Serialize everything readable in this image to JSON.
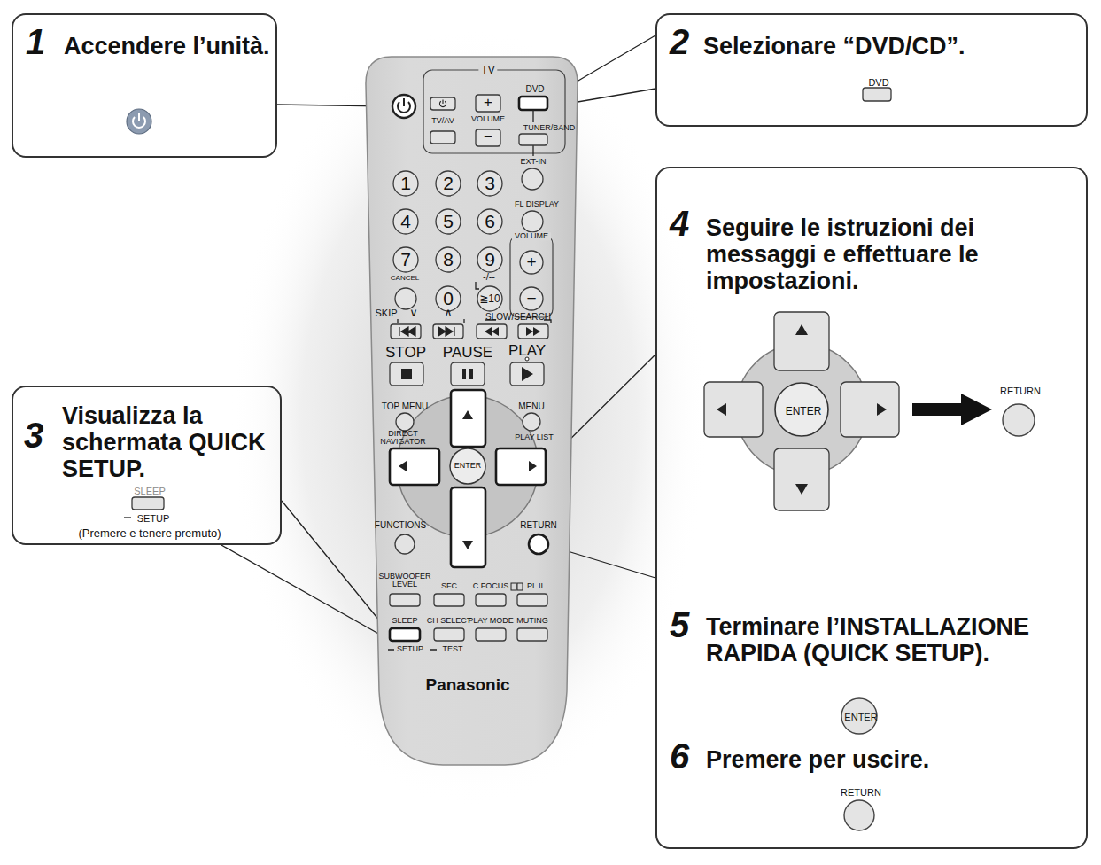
{
  "diagram": {
    "nodes": [
      {
        "text": [
          "1",
          "Accendere l’unità."
        ]
      },
      {
        "text": [
          "2",
          "Selezionare “DVD/CD”.",
          "DVD"
        ]
      },
      {
        "text": [
          "3",
          "Visualizza la schermata QUICK SETUP.",
          "SLEEP",
          "SETUP",
          "(Premere e tenere premuto)"
        ]
      },
      {
        "text": [
          "4",
          "Seguire le istruzioni dei messaggi e effettuare le impostazioni.",
          "ENTER",
          "RETURN",
          "5",
          "Terminare l’INSTALLAZIONE RAPIDA (QUICK SETUP).",
          "ENTER",
          "6",
          "Premere per uscire.",
          "RETURN"
        ]
      }
    ],
    "labels": [
      "TV",
      "DVD",
      "VOLUME",
      "TV/AV",
      "+",
      "−",
      "TUNER/BAND",
      "EXT-IN",
      "FL DISPLAY",
      "1",
      "2",
      "3",
      "4",
      "5",
      "6",
      "7",
      "8",
      "9",
      "VOLUME",
      "+",
      "−",
      "CANCEL",
      "0",
      "-/--",
      "≧10",
      "SKIP",
      "∨",
      "∧",
      "SLOW/SEARCH",
      "STOP",
      "PAUSE",
      "PLAY",
      "TOP MENU",
      "MENU",
      "DIRECT NAVIGATOR",
      "PLAY LIST",
      "ENTER",
      "FUNCTIONS",
      "RETURN",
      "SUBWOOFER LEVEL",
      "SFC",
      "C.FOCUS",
      "PL II",
      "SLEEP",
      "SETUP",
      "CH SELECT",
      "TEST",
      "PLAY MODE",
      "MUTING",
      "Panasonic"
    ]
  }
}
